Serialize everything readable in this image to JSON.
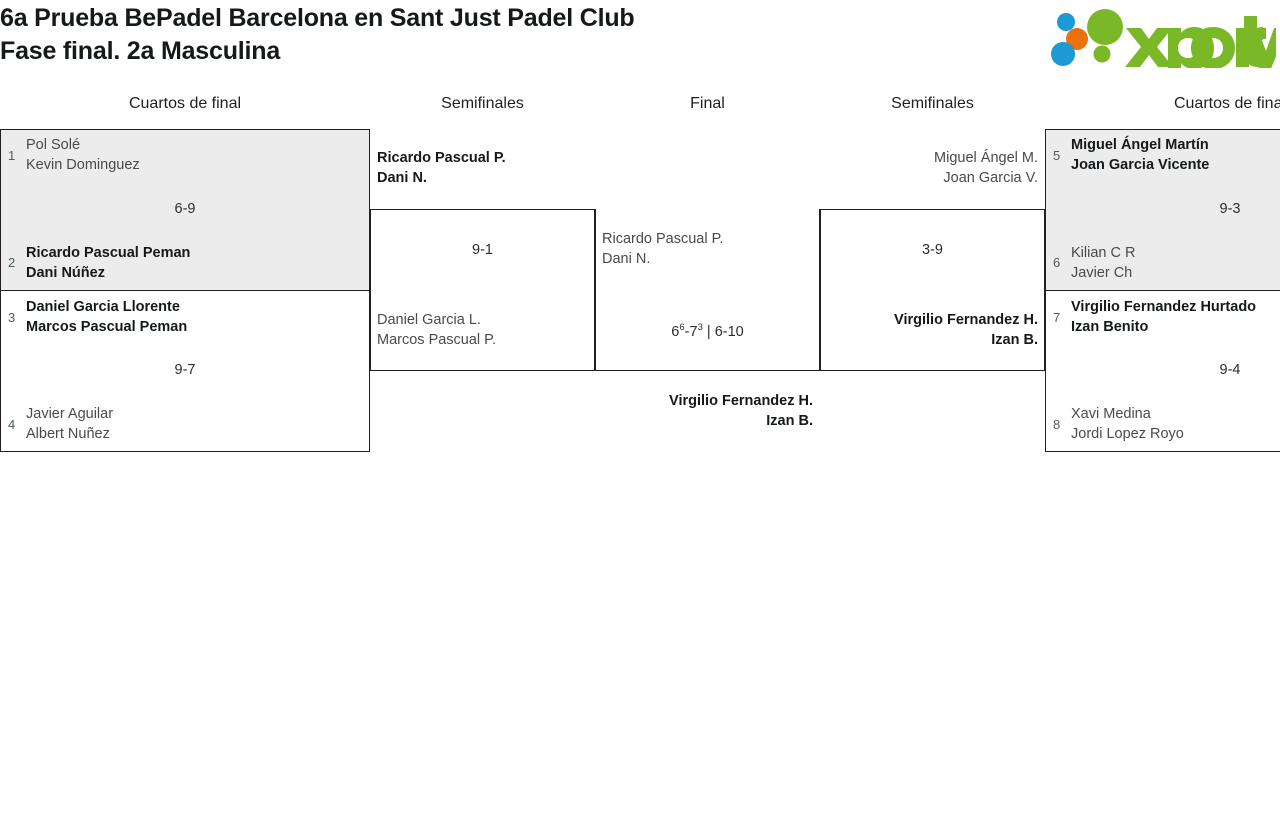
{
  "tournament": {
    "title_line1": "6a Prueba BePadel Barcelona en Sant Just Padel Club",
    "title_line2": "Fase final. 2a Masculina"
  },
  "brand": {
    "name": "xporty",
    "colors": {
      "green": "#7ab828",
      "orange": "#e8720c",
      "blue": "#1b9ad6",
      "text_green": "#7ab828"
    }
  },
  "rounds": {
    "qf_left": "Cuartos de final",
    "sf_left": "Semifinales",
    "final": "Final",
    "sf_right": "Semifinales",
    "qf_right": "Cuartos de final"
  },
  "bracket": {
    "quarterfinals_left": [
      {
        "score": "6-9",
        "shaded": true,
        "teams": [
          {
            "seed": "1",
            "p1": "Pol Solé",
            "p2": "Kevin Dominguez",
            "winner": false
          },
          {
            "seed": "2",
            "p1": "Ricardo Pascual Peman",
            "p2": "Dani Núñez",
            "winner": true
          }
        ]
      },
      {
        "score": "9-7",
        "shaded": false,
        "teams": [
          {
            "seed": "3",
            "p1": "Daniel Garcia Llorente",
            "p2": "Marcos Pascual Peman",
            "winner": true
          },
          {
            "seed": "4",
            "p1": "Javier Aguilar",
            "p2": "Albert Nuñez",
            "winner": false
          }
        ]
      }
    ],
    "semifinal_left": {
      "score": "9-1",
      "teams": [
        {
          "p1": "Ricardo Pascual P.",
          "p2": "Dani N.",
          "winner": true
        },
        {
          "p1": "Daniel Garcia L.",
          "p2": "Marcos Pascual P.",
          "winner": false
        }
      ]
    },
    "final": {
      "score_plain": "6-7 | 6-10",
      "score_set1_a": "6",
      "score_set1_a_tb": "6",
      "score_set1_b": "7",
      "score_set1_b_tb": "3",
      "score_set2": "6-10",
      "score_sep": " | ",
      "teams": [
        {
          "p1": "Ricardo Pascual P.",
          "p2": "Dani N.",
          "winner": false
        },
        {
          "p1": "Virgilio Fernandez H.",
          "p2": "Izan B.",
          "winner": true
        }
      ]
    },
    "semifinal_right": {
      "score": "3-9",
      "teams": [
        {
          "p1": "Miguel Ángel M.",
          "p2": "Joan Garcia V.",
          "winner": false
        },
        {
          "p1": "Virgilio Fernandez H.",
          "p2": "Izan B.",
          "winner": true
        }
      ]
    },
    "quarterfinals_right": [
      {
        "score": "9-3",
        "shaded": true,
        "teams": [
          {
            "seed": "5",
            "p1": "Miguel Ángel Martín",
            "p2": "Joan Garcia Vicente",
            "winner": true
          },
          {
            "seed": "6",
            "p1": "Kilian C R",
            "p2": "Javier Ch",
            "winner": false
          }
        ]
      },
      {
        "score": "9-4",
        "shaded": false,
        "teams": [
          {
            "seed": "7",
            "p1": "Virgilio Fernandez Hurtado",
            "p2": "Izan Benito",
            "winner": true
          },
          {
            "seed": "8",
            "p1": "Xavi Medina",
            "p2": "Jordi Lopez Royo",
            "winner": false
          }
        ]
      }
    ]
  }
}
